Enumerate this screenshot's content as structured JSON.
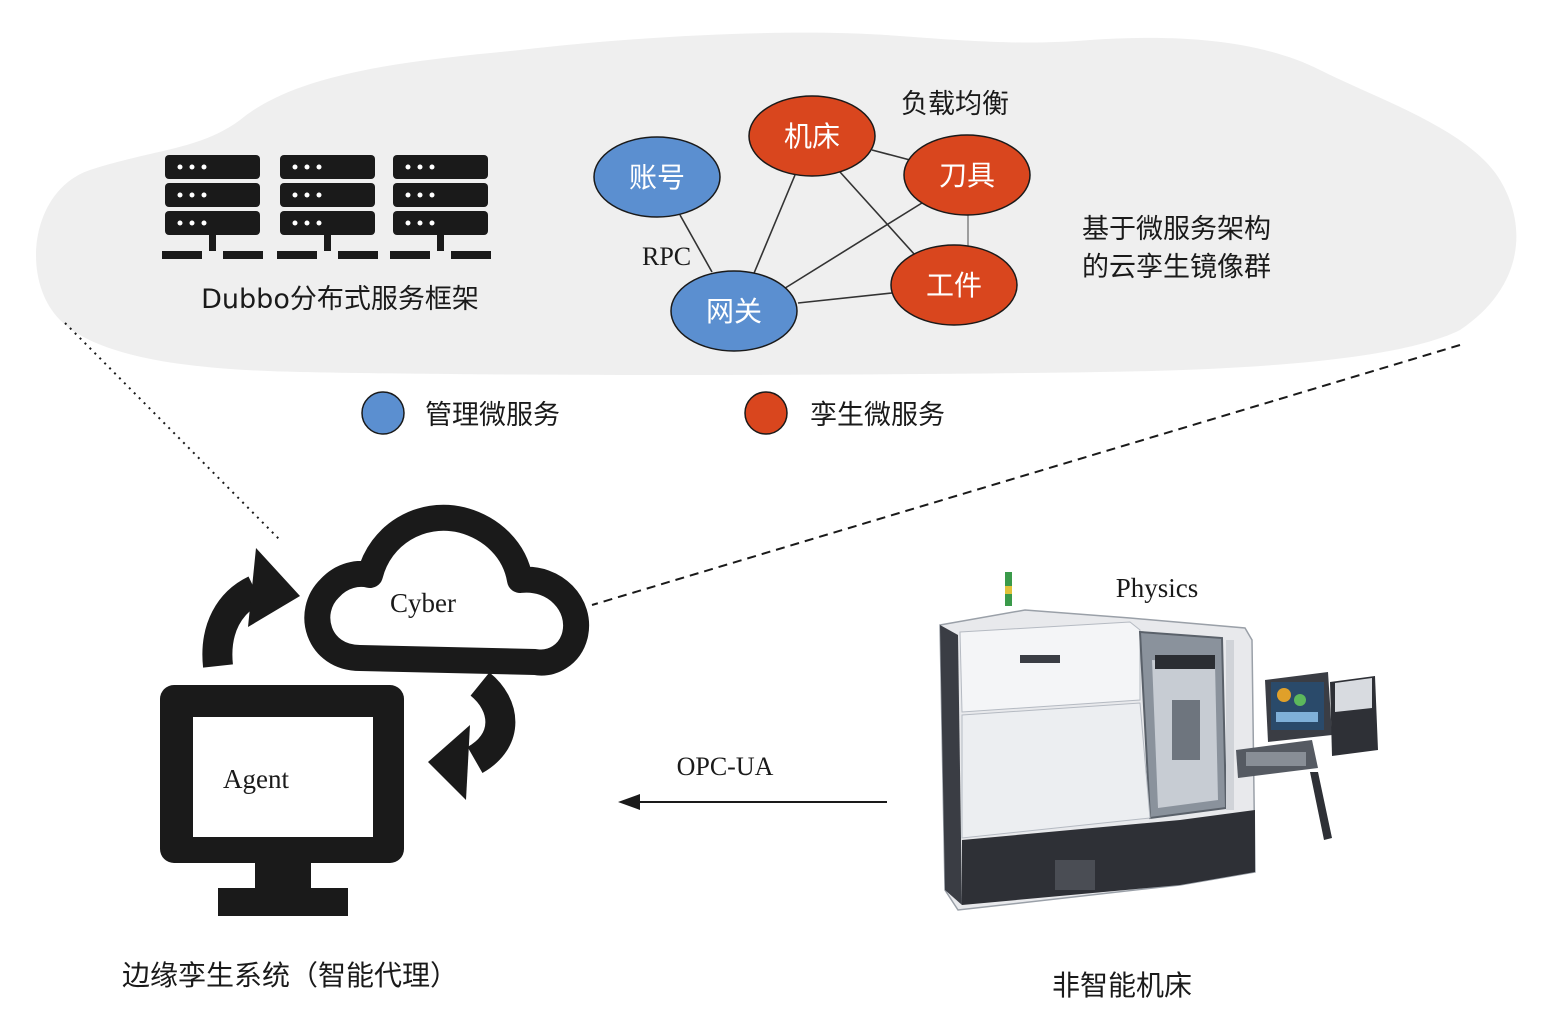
{
  "cloud_panel": {
    "framework_label": "Dubbo分布式服务框架",
    "description_line1": "基于微服务架构",
    "description_line2": "的云孪生镜像群",
    "load_balance_label": "负载均衡",
    "rpc_label": "RPC",
    "nodes": {
      "account": "账号",
      "gateway": "网关",
      "machine": "机床",
      "tool": "刀具",
      "workpiece": "工件"
    }
  },
  "legend": {
    "management": "管理微服务",
    "twin": "孪生微服务"
  },
  "cyber_label": "Cyber",
  "agent_label": "Agent",
  "edge_system_label": "边缘孪生系统（智能代理）",
  "physics_label": "Physics",
  "protocol_label": "OPC-UA",
  "machine_label": "非智能机床",
  "colors": {
    "management": "#5b8fd0",
    "twin": "#d9461e",
    "cloud_bg": "#efefef",
    "icon": "#1a1a1a"
  }
}
